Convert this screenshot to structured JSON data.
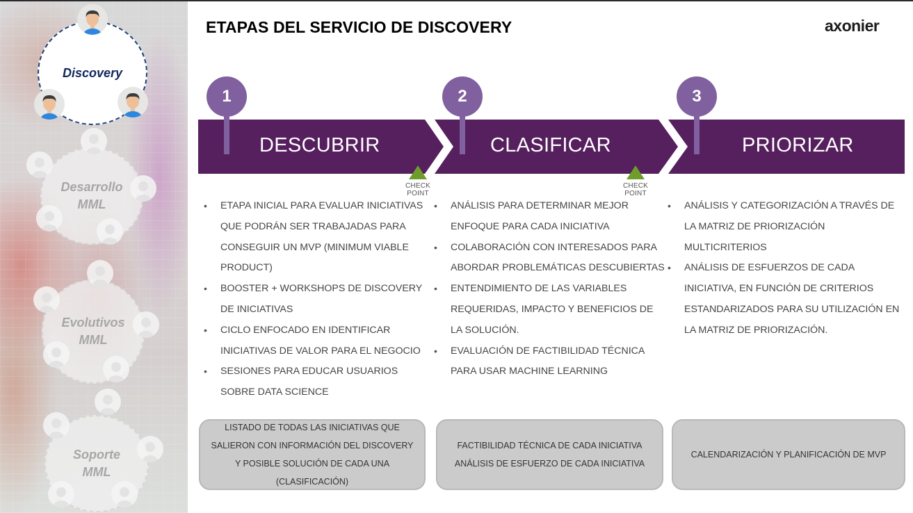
{
  "header": {
    "title": "ETAPAS DEL SERVICIO DE DISCOVERY",
    "logo": "axonier"
  },
  "sidebar": {
    "clusters": [
      {
        "label": "Discovery",
        "state": "active"
      },
      {
        "label": "Desarrollo MML",
        "line1": "Desarrollo",
        "line2": "MML",
        "state": "faded"
      },
      {
        "label": "Evolutivos MML",
        "line1": "Evolutivos",
        "line2": "MML",
        "state": "faded"
      },
      {
        "label": "Soporte MML",
        "line1": "Soporte",
        "line2": "MML",
        "state": "faded"
      }
    ]
  },
  "colors": {
    "band": "#561f5e",
    "pin": "#80609e",
    "checkpoint": "#6e9d2c",
    "active_text": "#12275e",
    "output_box": "#cbcbcb"
  },
  "steps": [
    {
      "number": "1",
      "label": "DESCUBRIR",
      "bullets": [
        "ETAPA INICIAL PARA EVALUAR INICIATIVAS QUE PODRÁN SER TRABAJADAS PARA CONSEGUIR UN MVP (MINIMUM VIABLE PRODUCT)",
        "BOOSTER + WORKSHOPS DE DISCOVERY DE INICIATIVAS",
        "CICLO ENFOCADO EN IDENTIFICAR INICIATIVAS DE VALOR PARA EL NEGOCIO",
        "SESIONES PARA EDUCAR USUARIOS SOBRE DATA SCIENCE"
      ],
      "output": "LISTADO DE TODAS LAS INICIATIVAS QUE SALIERON CON INFORMACIÓN DEL DISCOVERY Y POSIBLE SOLUCIÓN DE CADA UNA (CLASIFICACIÓN)"
    },
    {
      "number": "2",
      "label": "CLASIFICAR",
      "bullets": [
        "ANÁLISIS PARA DETERMINAR MEJOR ENFOQUE PARA CADA INICIATIVA",
        "COLABORACIÓN CON INTERESADOS PARA ABORDAR PROBLEMÁTICAS DESCUBIERTAS",
        "ENTENDIMIENTO DE LAS VARIABLES REQUERIDAS, IMPACTO Y BENEFICIOS DE LA SOLUCIÓN.",
        "EVALUACIÓN DE FACTIBILIDAD TÉCNICA PARA USAR MACHINE LEARNING"
      ],
      "output_line1": "FACTIBILIDAD TÉCNICA DE CADA INICIATIVA",
      "output_line2": "ANÁLISIS DE ESFUERZO DE CADA INICIATIVA"
    },
    {
      "number": "3",
      "label": "PRIORIZAR",
      "bullets": [
        "ANÁLISIS Y CATEGORIZACIÓN A TRAVÉS DE LA MATRIZ DE PRIORIZACIÓN MULTICRITERIOS",
        "ANÁLISIS DE ESFUERZOS DE CADA INICIATIVA, EN FUNCIÓN DE CRITERIOS ESTANDARIZADOS PARA SU UTILIZACIÓN EN LA MATRIZ DE PRIORIZACIÓN."
      ],
      "output": "CALENDARIZACIÓN Y PLANIFICACIÓN DE MVP"
    }
  ],
  "checkpoints": [
    {
      "label": "CHECK POINT"
    },
    {
      "label": "CHECK POINT"
    }
  ]
}
